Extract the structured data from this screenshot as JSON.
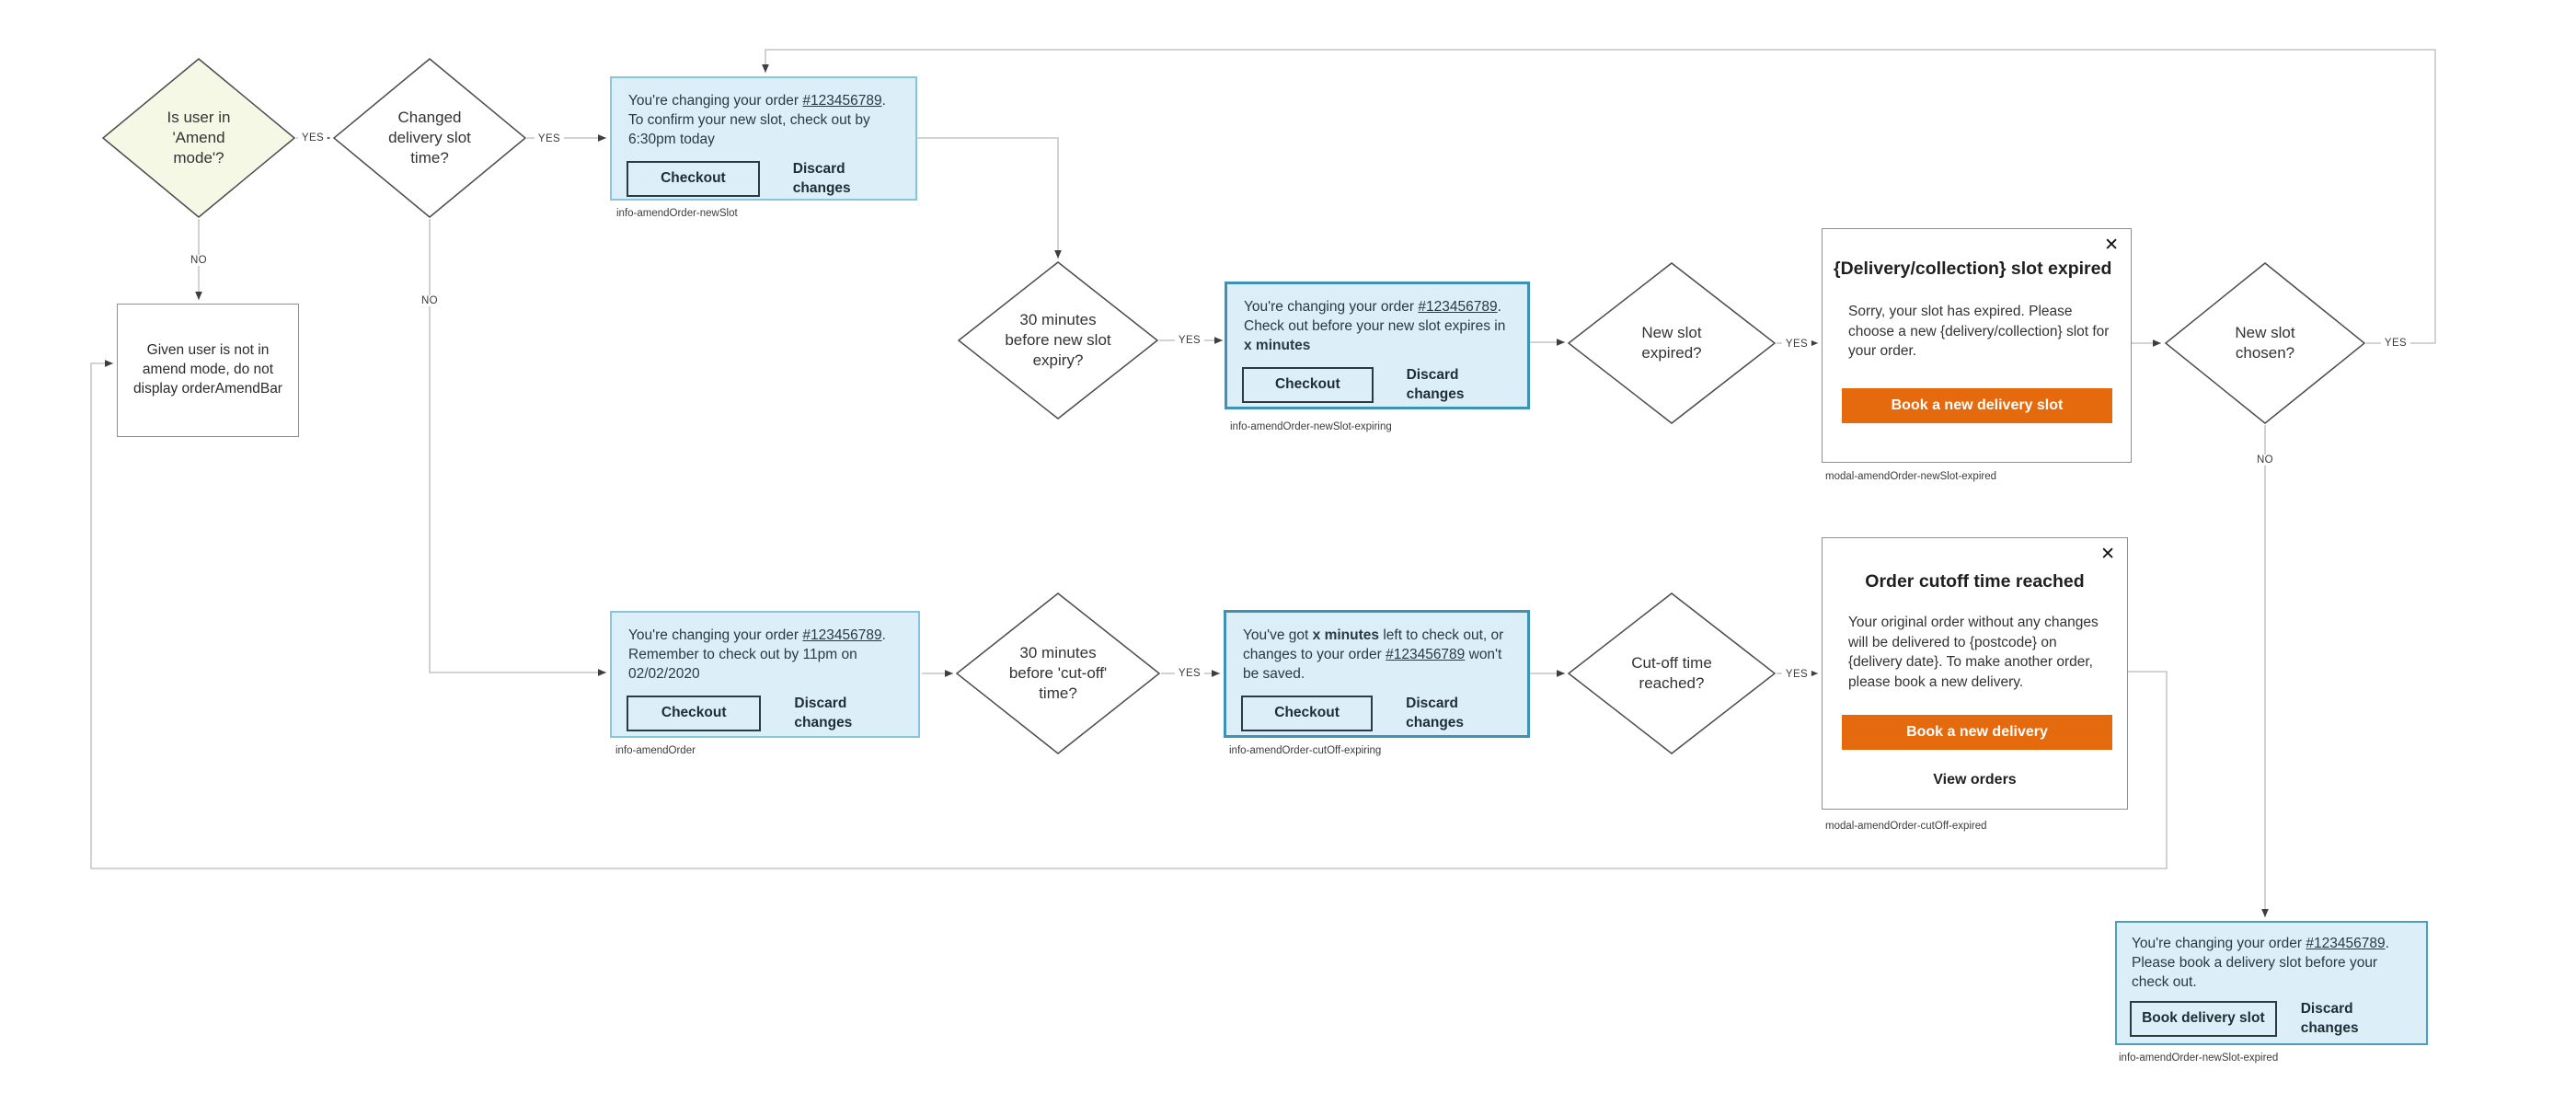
{
  "palette": {
    "accent_orange": "#e5690d",
    "info_fill": "#dceef8",
    "info_border": "#4d9dc0",
    "highlight_diamond_fill": "#f5f8e4",
    "connector_gray": "#b9b9b9"
  },
  "edge_labels": {
    "yes": "YES",
    "no": "NO"
  },
  "decisions": {
    "amend_mode": {
      "label": "Is user in 'Amend mode'?"
    },
    "changed_slot": {
      "label": "Changed delivery slot time?"
    },
    "new_slot_expiry30": {
      "label": "30 minutes before new slot expiry?"
    },
    "new_slot_expired": {
      "label": "New slot expired?"
    },
    "new_slot_chosen": {
      "label": "New slot chosen?"
    },
    "cutoff30": {
      "label": "30 minutes before 'cut-off' time?"
    },
    "cutoff_reached": {
      "label": "Cut-off time reached?"
    }
  },
  "process": {
    "not_in_amend_mode": {
      "label": "Given user is not in amend mode, do not display orderAmendBar"
    }
  },
  "info_boxes": {
    "new_slot": {
      "message": [
        {
          "t": "You're changing your order "
        },
        {
          "t": "#123456789",
          "u": true
        },
        {
          "t": ". To confirm your new slot, check out by 6:30pm today"
        }
      ],
      "primary": "Checkout",
      "secondary": "Discard changes",
      "tag": "info-amendOrder-newSlot"
    },
    "new_slot_expiring": {
      "message": [
        {
          "t": "You're changing your order "
        },
        {
          "t": "#123456789",
          "u": true
        },
        {
          "t": ". Check out before your new slot expires in "
        },
        {
          "t": "x minutes",
          "b": true
        }
      ],
      "primary": "Checkout",
      "secondary": "Discard changes",
      "tag": "info-amendOrder-newSlot-expiring"
    },
    "amend_order": {
      "message": [
        {
          "t": "You're changing your order "
        },
        {
          "t": "#123456789",
          "u": true
        },
        {
          "t": ". Remember to check out by 11pm on 02/02/2020"
        }
      ],
      "primary": "Checkout",
      "secondary": "Discard changes",
      "tag": "info-amendOrder"
    },
    "cutoff_expiring": {
      "message": [
        {
          "t": "You've got "
        },
        {
          "t": "x minutes",
          "b": true
        },
        {
          "t": " left to check out, or changes to your order "
        },
        {
          "t": "#123456789",
          "u": true
        },
        {
          "t": " won't be saved."
        }
      ],
      "primary": "Checkout",
      "secondary": "Discard changes",
      "tag": "info-amendOrder-cutOff-expiring"
    },
    "new_slot_expired": {
      "message": [
        {
          "t": "You're changing your order "
        },
        {
          "t": "#123456789",
          "u": true
        },
        {
          "t": ". Please book a delivery slot before your check out."
        }
      ],
      "primary": "Book delivery slot",
      "secondary": "Discard changes",
      "tag": "info-amendOrder-newSlot-expired"
    }
  },
  "modals": {
    "slot_expired": {
      "close": "✕",
      "title": "{Delivery/collection} slot expired",
      "body": "Sorry, your slot has expired. Please choose a new {delivery/collection} slot for your order.",
      "primary": "Book a new delivery slot",
      "tag": "modal-amendOrder-newSlot-expired"
    },
    "cutoff_reached": {
      "close": "✕",
      "title": "Order cutoff time reached",
      "body": "Your original order without any changes will be delivered to {postcode} on {delivery date}. To make another order, please book a new delivery.",
      "primary": "Book a new delivery",
      "secondary": "View orders",
      "tag": "modal-amendOrder-cutOff-expired"
    }
  }
}
